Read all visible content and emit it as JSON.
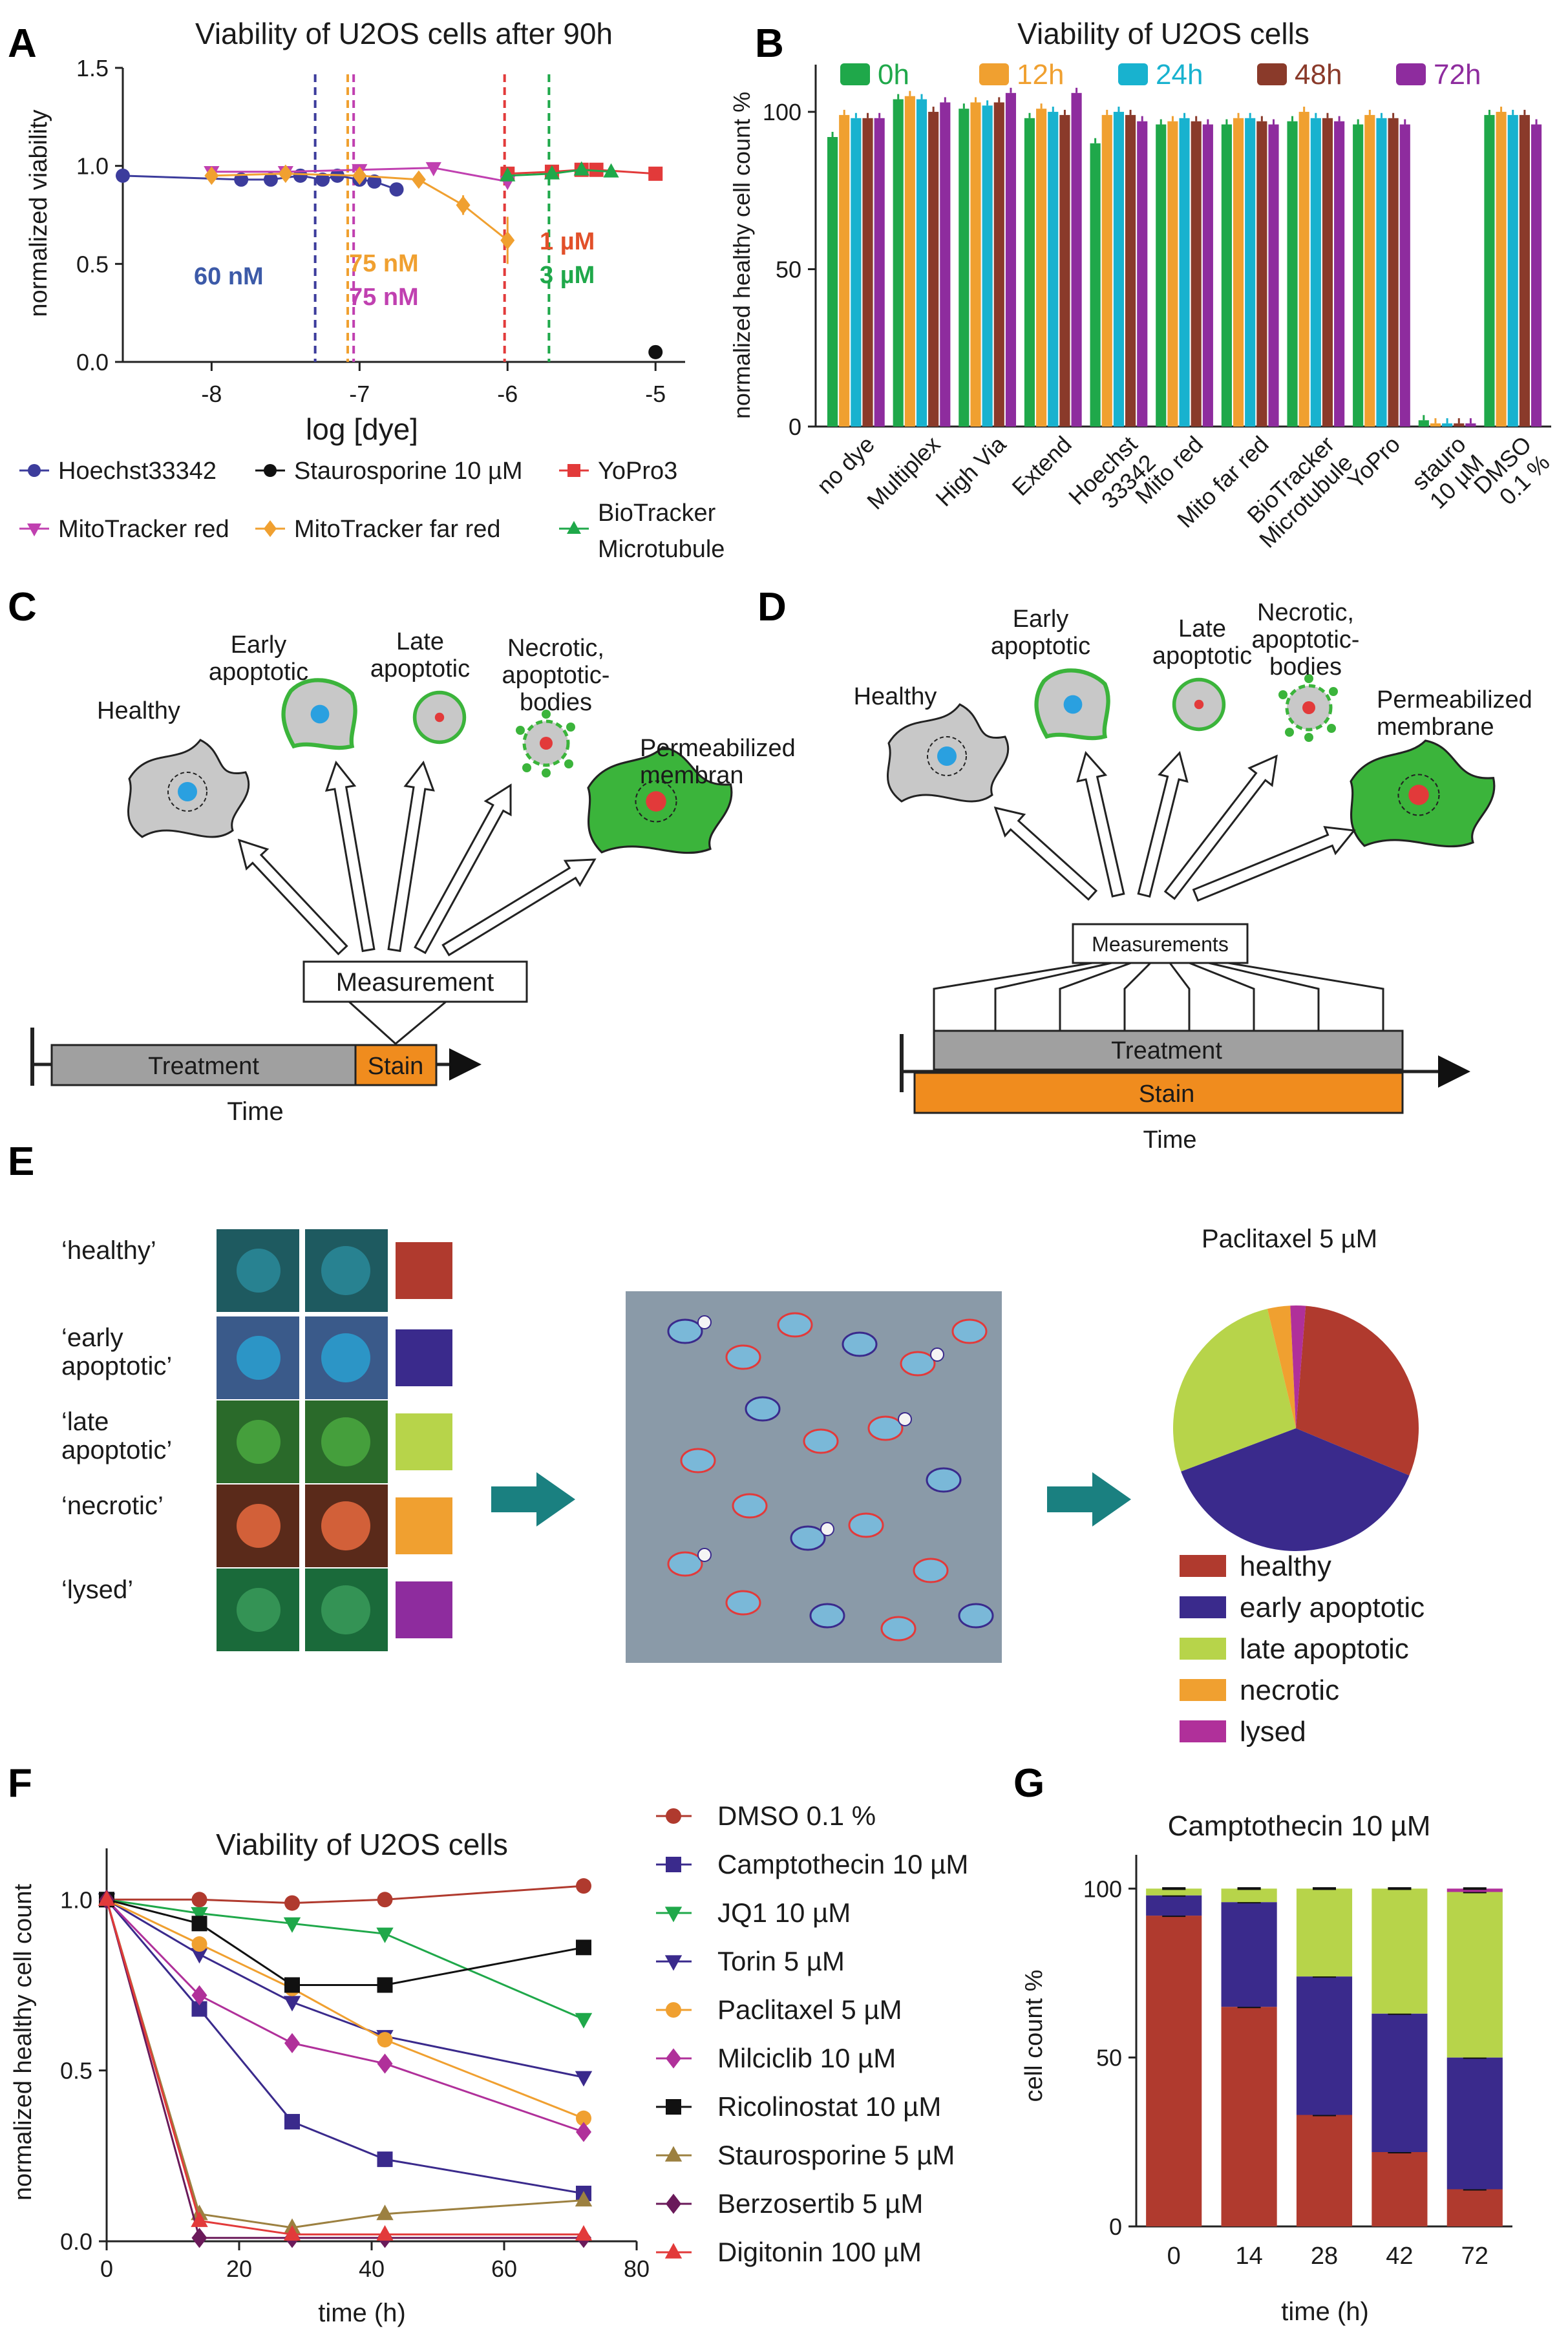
{
  "panels": {
    "A": "A",
    "B": "B",
    "C": "C",
    "D": "D",
    "E": "E",
    "F": "F",
    "G": "G"
  },
  "colors": {
    "red": "#b03a2e",
    "purple": "#3a2a8c",
    "lime": "#b7d44a",
    "orange": "#f0a030",
    "magenta": "#b0309a",
    "green": "#1fa84a",
    "cyan": "#18b2cf",
    "brown": "#8a3a2a",
    "violet": "#8e2c9e",
    "blue": "#3c3c9c",
    "grey": "#a0a0a0",
    "stain": "#f08c1e"
  },
  "chart_data": [
    {
      "id": "A",
      "type": "scatter",
      "title": "Viability of U2OS cells after 90h",
      "xlabel": "log [dye]",
      "ylabel": "normalized viability",
      "xlim": [
        -8.6,
        -4.8
      ],
      "ylim": [
        0,
        1.5
      ],
      "xticks": [
        -8,
        -7,
        -6,
        -5
      ],
      "xtick_labels": [
        "-8",
        "-7",
        "-6",
        "-5"
      ],
      "yticks": [
        0,
        0.5,
        1.0,
        1.5
      ],
      "ytick_labels": [
        "0.0",
        "0.5",
        "1.0",
        "1.5"
      ],
      "series": [
        {
          "name": "Hoechst33342",
          "color": "#3c3c9c",
          "marker": "circle",
          "x": [
            -8.6,
            -7.8,
            -7.6,
            -7.4,
            -7.25,
            -7.15,
            -7.0,
            -6.9,
            -6.75
          ],
          "y": [
            0.95,
            0.93,
            0.93,
            0.95,
            0.93,
            0.95,
            0.93,
            0.92,
            0.88
          ]
        },
        {
          "name": "Staurosporine 10 µM",
          "color": "#111111",
          "marker": "circle",
          "x": [
            -5.0
          ],
          "y": [
            0.05
          ]
        },
        {
          "name": "YoPro3",
          "color": "#e23a3a",
          "marker": "square",
          "x": [
            -6.0,
            -5.7,
            -5.5,
            -5.4,
            -5.0
          ],
          "y": [
            0.96,
            0.97,
            0.98,
            0.98,
            0.96
          ]
        },
        {
          "name": "MitoTracker red",
          "color": "#c040b0",
          "marker": "triangle-down",
          "x": [
            -8.0,
            -7.5,
            -7.0,
            -6.5,
            -6.0
          ],
          "y": [
            0.97,
            0.97,
            0.98,
            0.99,
            0.92
          ]
        },
        {
          "name": "MitoTracker far red",
          "color": "#f0a030",
          "marker": "diamond",
          "x": [
            -8.0,
            -7.5,
            -7.0,
            -6.6,
            -6.3,
            -6.0
          ],
          "y": [
            0.95,
            0.96,
            0.95,
            0.93,
            0.8,
            0.62
          ]
        },
        {
          "name": "BioTracker Microtubule",
          "color": "#1fa84a",
          "marker": "triangle",
          "x": [
            -6.0,
            -5.7,
            -5.5,
            -5.3
          ],
          "y": [
            0.95,
            0.96,
            0.98,
            0.97
          ]
        }
      ],
      "vlines": [
        {
          "x": -7.3,
          "color": "#3c3c9c",
          "label": "60 nM"
        },
        {
          "x": -7.08,
          "color": "#f0a030",
          "label": "75 nM"
        },
        {
          "x": -7.04,
          "color": "#c040b0",
          "label": "75 nM"
        },
        {
          "x": -6.02,
          "color": "#e23a3a",
          "label": "1 µM"
        },
        {
          "x": -5.72,
          "color": "#1fa84a",
          "label": "3 µM"
        }
      ],
      "legend": [
        "Hoechst33342",
        "Staurosporine 10 µM",
        "YoPro3",
        "MitoTracker red",
        "MitoTracker far red",
        "BioTracker",
        "Microtubule"
      ]
    },
    {
      "id": "B",
      "type": "bar",
      "title": "Viability of U2OS cells",
      "ylabel": "normalized healthy cell count %",
      "ylim": [
        0,
        115
      ],
      "yticks": [
        0,
        50,
        100
      ],
      "ytick_labels": [
        "0",
        "50",
        "100"
      ],
      "categories": [
        "no dye",
        "Multiplex",
        "High Via",
        "Extend",
        "Hoechst\n33342",
        "Mito red",
        "Mito far red",
        "BioTracker\nMicrotubule",
        "YoPro",
        "stauro\n10 µM",
        "DMSO\n0.1 %"
      ],
      "series": [
        {
          "name": "0h",
          "color": "#1fa84a",
          "values": [
            92,
            104,
            101,
            98,
            90,
            96,
            96,
            97,
            96,
            2,
            99
          ]
        },
        {
          "name": "12h",
          "color": "#f0a030",
          "values": [
            99,
            105,
            103,
            101,
            99,
            97,
            98,
            100,
            99,
            1,
            100
          ]
        },
        {
          "name": "24h",
          "color": "#18b2cf",
          "values": [
            98,
            104,
            102,
            100,
            100,
            98,
            98,
            98,
            98,
            1,
            99
          ]
        },
        {
          "name": "48h",
          "color": "#8a3a2a",
          "values": [
            98,
            100,
            103,
            99,
            99,
            97,
            97,
            98,
            98,
            1,
            99
          ]
        },
        {
          "name": "72h",
          "color": "#8e2c9e",
          "values": [
            98,
            103,
            106,
            106,
            97,
            96,
            96,
            97,
            96,
            1,
            96
          ]
        }
      ]
    },
    {
      "id": "E",
      "type": "pie",
      "title": "Paclitaxel 5 µM",
      "categories": [
        "healthy",
        "early apoptotic",
        "late apoptotic",
        "necrotic",
        "lysed"
      ],
      "values": [
        30,
        38,
        27,
        3,
        2
      ],
      "colors": [
        "#b03a2e",
        "#3a2a8c",
        "#b7d44a",
        "#f0a030",
        "#b0309a"
      ]
    },
    {
      "id": "F",
      "type": "line",
      "title": "Viability of U2OS cells",
      "xlabel": "time (h)",
      "ylabel": "normalized healthy cell count",
      "xlim": [
        0,
        80
      ],
      "ylim": [
        0,
        1.15
      ],
      "xticks": [
        0,
        20,
        40,
        60,
        80
      ],
      "yticks": [
        0,
        0.5,
        1.0
      ],
      "ytick_labels": [
        "0.0",
        "0.5",
        "1.0"
      ],
      "x": [
        0,
        14,
        28,
        42,
        72
      ],
      "series": [
        {
          "name": "DMSO 0.1 %",
          "color": "#b03a2e",
          "marker": "circle",
          "values": [
            1.0,
            1.0,
            0.99,
            1.0,
            1.04
          ]
        },
        {
          "name": "Camptothecin 10 µM",
          "color": "#3a2a8c",
          "marker": "square",
          "values": [
            1.0,
            0.68,
            0.35,
            0.24,
            0.14
          ]
        },
        {
          "name": "JQ1 10 µM",
          "color": "#1fa84a",
          "marker": "triangle-down",
          "values": [
            1.0,
            0.96,
            0.93,
            0.9,
            0.65
          ]
        },
        {
          "name": "Torin 5 µM",
          "color": "#3a2a8c",
          "marker": "triangle-down",
          "values": [
            1.0,
            0.84,
            0.7,
            0.6,
            0.48
          ]
        },
        {
          "name": "Paclitaxel 5 µM",
          "color": "#f0a030",
          "marker": "circle",
          "values": [
            1.0,
            0.87,
            0.74,
            0.59,
            0.36
          ]
        },
        {
          "name": "Milciclib 10 µM",
          "color": "#b0309a",
          "marker": "diamond",
          "values": [
            1.0,
            0.72,
            0.58,
            0.52,
            0.32
          ]
        },
        {
          "name": "Ricolinostat 10 µM",
          "color": "#111111",
          "marker": "square",
          "values": [
            1.0,
            0.93,
            0.75,
            0.75,
            0.86
          ]
        },
        {
          "name": "Staurosporine 5 µM",
          "color": "#9c8040",
          "marker": "triangle",
          "values": [
            1.0,
            0.08,
            0.04,
            0.08,
            0.12
          ]
        },
        {
          "name": "Berzosertib 5 µM",
          "color": "#6a1a5a",
          "marker": "diamond",
          "values": [
            1.0,
            0.01,
            0.01,
            0.01,
            0.01
          ]
        },
        {
          "name": "Digitonin 100 µM",
          "color": "#e23a3a",
          "marker": "triangle",
          "values": [
            1.0,
            0.06,
            0.02,
            0.02,
            0.02
          ]
        }
      ]
    },
    {
      "id": "G",
      "type": "bar",
      "title": "Camptothecin 10 µM",
      "xlabel": "time (h)",
      "ylabel": "cell count %",
      "ylim": [
        0,
        110
      ],
      "yticks": [
        0,
        50,
        100
      ],
      "ytick_labels": [
        "0",
        "50",
        "100"
      ],
      "categories": [
        "0",
        "14",
        "28",
        "42",
        "72"
      ],
      "stacked": true,
      "series": [
        {
          "name": "healthy",
          "color": "#b03a2e",
          "values": [
            92,
            65,
            33,
            22,
            11
          ]
        },
        {
          "name": "early apoptotic",
          "color": "#3a2a8c",
          "values": [
            6,
            31,
            41,
            41,
            39
          ]
        },
        {
          "name": "late apoptotic",
          "color": "#b7d44a",
          "values": [
            2,
            4,
            26,
            37,
            49
          ]
        },
        {
          "name": "lysed",
          "color": "#b0309a",
          "values": [
            0,
            0,
            0,
            0,
            1
          ]
        }
      ]
    }
  ],
  "schemes": {
    "C": {
      "states": [
        "Healthy",
        "Early\napoptotic",
        "Late\napoptotic",
        "Necrotic,\napoptotic-\nbodies",
        "Permeabilized\nmembran"
      ],
      "measurement": "Measurement",
      "treatment": "Treatment",
      "stain": "Stain",
      "time": "Time"
    },
    "D": {
      "states": [
        "Healthy",
        "Early\napoptotic",
        "Late\napoptotic",
        "Necrotic,\napoptotic-\nbodies",
        "Permeabilized\nmembrane"
      ],
      "measurement": "Measurements",
      "treatment": "Treatment",
      "stain": "Stain",
      "time": "Time"
    }
  },
  "classes_E": [
    "‘healthy’",
    "‘early\napoptotic’",
    "‘late\napoptotic’",
    "‘necrotic’",
    "‘lysed’"
  ]
}
